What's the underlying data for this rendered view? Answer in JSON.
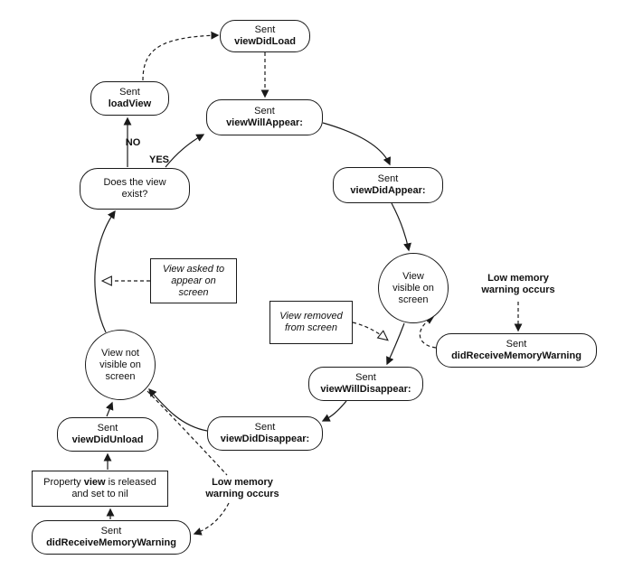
{
  "nodes": {
    "viewDidLoad": {
      "line1": "Sent",
      "line2": "viewDidLoad"
    },
    "loadView": {
      "line1": "Sent",
      "line2": "loadView"
    },
    "viewWillAppear": {
      "line1": "Sent",
      "line2": "viewWillAppear:"
    },
    "viewDidAppear": {
      "line1": "Sent",
      "line2": "viewDidAppear:"
    },
    "doesViewExist": {
      "text": "Does the view exist?"
    },
    "viewVisible": {
      "text": "View visible on screen"
    },
    "viewNotVisible": {
      "text": "View not visible on screen"
    },
    "viewWillDisappear": {
      "line1": "Sent",
      "line2": "viewWillDisappear:"
    },
    "viewDidDisappear": {
      "line1": "Sent",
      "line2": "viewDidDisappear:"
    },
    "viewDidUnload": {
      "line1": "Sent",
      "line2": "viewDidUnload"
    },
    "memoryWarningRight": {
      "line1": "Sent",
      "line2": "didReceiveMemoryWarning"
    },
    "memoryWarningBottom": {
      "line1": "Sent",
      "line2": "didReceiveMemoryWarning"
    },
    "propertyViewReleased": {
      "pre": "Property ",
      "bold": "view",
      "post": " is released and set to nil"
    },
    "viewAskedToAppear": {
      "text": "View asked to appear on screen"
    },
    "viewRemovedFromScreen": {
      "text": "View removed from screen"
    }
  },
  "labels": {
    "no": "NO",
    "yes": "YES",
    "lowMemoryRight": "Low memory warning occurs",
    "lowMemoryBottom": "Low memory warning occurs"
  },
  "colors": {
    "line": "#1a1a1a",
    "background": "#ffffff"
  }
}
